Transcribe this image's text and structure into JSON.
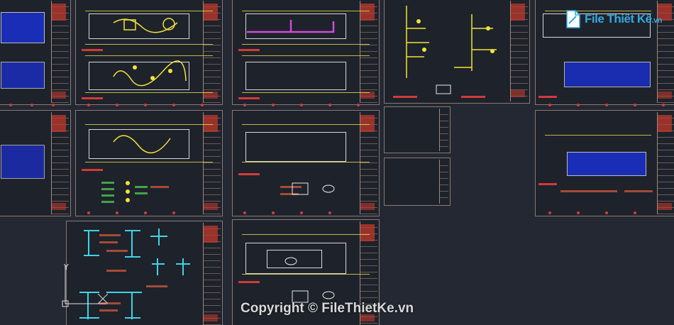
{
  "watermark": {
    "logo_file": "File",
    "logo_thiet": "Thiết",
    "logo_ke": "Kế",
    "logo_ext": ".vn",
    "brand_color": "#35a8e0"
  },
  "copyright": "Copyright © FileThietKe.vn",
  "ucs": {
    "y_label": "Y"
  },
  "colors": {
    "background": "#232833",
    "sheet_border": "#8a7a72",
    "dimension": "#e6e04a",
    "grid_marker": "#d43c3c",
    "wiring_yellow": "#f2e33b",
    "cyan_detail": "#3fd4e6",
    "magenta": "#d04bd6",
    "blue_fill": "#1a2fd0"
  }
}
